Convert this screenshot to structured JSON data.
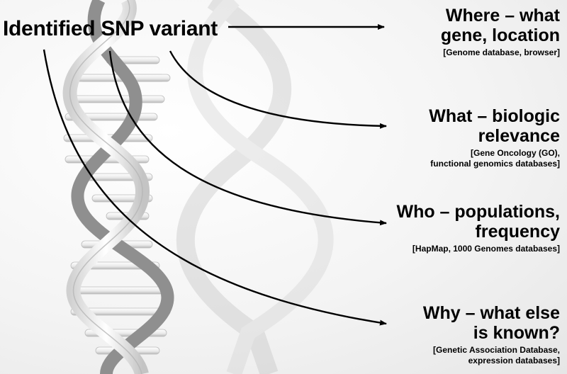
{
  "title": "Identified SNP variant",
  "questions": [
    {
      "head": "Where – what\ngene, location",
      "source": "[Genome database, browser]"
    },
    {
      "head": "What – biologic\nrelevance",
      "source": "[Gene Oncology (GO),\nfunctional genomics databases]"
    },
    {
      "head": "Who – populations,\nfrequency",
      "source": "[HapMap, 1000 Genomes databases]"
    },
    {
      "head": "Why – what else\nis known?",
      "source": "[Genetic Association Database,\nexpression databases]"
    }
  ],
  "colors": {
    "arrow": "#000000",
    "helix": "#f2f2f2",
    "helix_shade": "#9a9a9a",
    "background": "#ececec"
  },
  "icons": {
    "illustration": "dna-double-helix"
  }
}
